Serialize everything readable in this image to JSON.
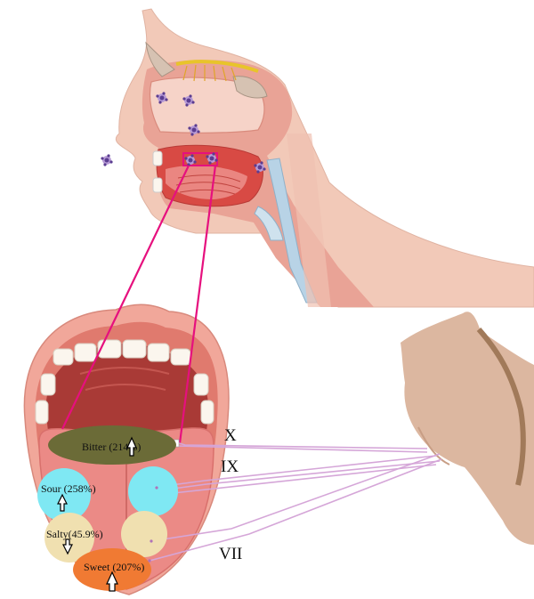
{
  "colors": {
    "skin": "#f2c9b8",
    "tissue": "#e9a396",
    "mouth_red": "#d84a44",
    "tongue": "#eb8a86",
    "zoom_line": "#e6107e",
    "nerve_line": "#d5a6d8",
    "bitter": "#6b6b37",
    "sour": "#7fe8f3",
    "salty": "#f0e0b0",
    "sweet": "#f07a33",
    "brainstem": "#dcb7a0"
  },
  "icons": [
    "odorant-molecule-icon",
    "up-arrow-icon",
    "down-arrow-icon"
  ],
  "regions": {
    "bitter": {
      "label": "Bitter (214%)",
      "trend": "up"
    },
    "sour": {
      "label": "Sour (258%)",
      "trend": "up"
    },
    "salty": {
      "label": "Salty(45.9%)",
      "trend": "down"
    },
    "sweet": {
      "label": "Sweet (207%)",
      "trend": "up"
    }
  },
  "nerves": {
    "x": "X",
    "ix": "IX",
    "vii": "VII"
  }
}
